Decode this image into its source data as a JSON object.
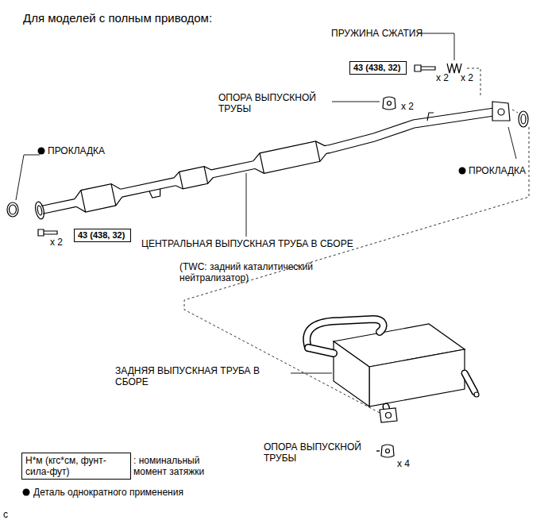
{
  "diagram": {
    "title": "Для моделей с полным приводом:",
    "nodes": [
      {
        "text": [
          "43 (438, 32)"
        ]
      },
      {
        "text": [
          "43 (438, 32)"
        ]
      },
      {
        "text": [
          "Н*м (кгс*см, фунт-сила-фут)"
        ]
      }
    ],
    "labels": [
      "ПРУЖИНА СЖАТИЯ",
      "x 2",
      "x 2",
      "ОПОРА ВЫПУСКНОЙ ТРУБЫ",
      "x 2",
      "ПРОКЛАДКА",
      "ПРОКЛАДКА",
      "x 2",
      "ЦЕНТРАЛЬНАЯ ВЫПУСКНАЯ ТРУБА В СБОРЕ",
      "(TWC: задний каталитический нейтрализатор)",
      "ЗАДНЯЯ ВЫПУСКНАЯ ТРУБА В СБОРЕ",
      "ОПОРА ВЫПУСКНОЙ ТРУБЫ",
      "x 4",
      ": номинальный момент затяжки",
      "c"
    ],
    "legend": [
      {
        "text": "Деталь однократного применения"
      }
    ]
  }
}
